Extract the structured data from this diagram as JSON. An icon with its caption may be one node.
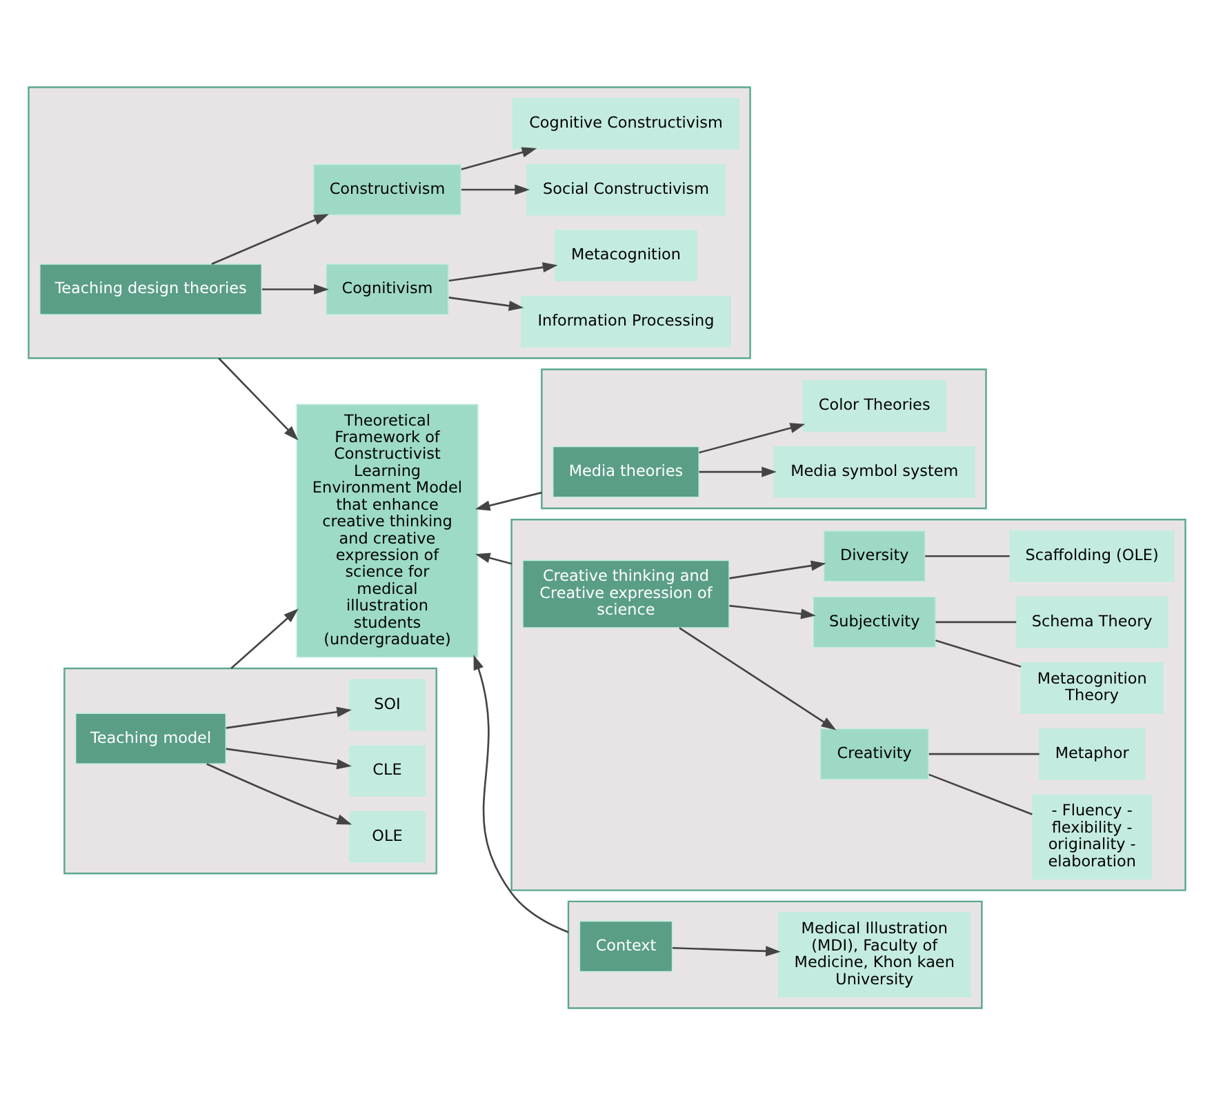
{
  "diagram": {
    "nodes": [
      {
        "text": [],
        "shape": "box"
      },
      {
        "text": [
          "Teaching design theories"
        ],
        "in": 0
      },
      {
        "text": [
          "Cognitivism"
        ],
        "in": 0
      },
      {
        "text": [
          "Information Processing"
        ],
        "in": 0
      },
      {
        "text": [
          "Metacognition"
        ],
        "in": 0
      },
      {
        "text": [
          "Constructivism"
        ],
        "in": 0
      },
      {
        "text": [
          "Social Constructivism"
        ],
        "in": 0
      },
      {
        "text": [
          "Cognitive Constructivism"
        ],
        "in": 0
      },
      {
        "text": [],
        "shape": "box"
      },
      {
        "text": [
          "Media theories"
        ],
        "in": 8
      },
      {
        "text": [
          "Media symbol system"
        ],
        "in": 8
      },
      {
        "text": [
          "Color Theories"
        ],
        "in": 8
      },
      {
        "text": [],
        "shape": "box"
      },
      {
        "text": [
          "Creative thinking and Creative expression of science"
        ],
        "in": 12
      },
      {
        "text": [
          "Creativity"
        ],
        "in": 12
      },
      {
        "text": [
          "- Fluency - flexibility - originality - elaboration"
        ],
        "in": 12
      },
      {
        "text": [
          "Metaphor"
        ],
        "in": 12
      },
      {
        "text": [
          "Subjectivity"
        ],
        "in": 12
      },
      {
        "text": [
          "Metacognition Theory"
        ],
        "in": 12
      },
      {
        "text": [
          "Schema Theory"
        ],
        "in": 12
      },
      {
        "text": [
          "Diversity"
        ],
        "in": 12
      },
      {
        "text": [
          "Scaffolding (OLE)"
        ],
        "in": 12
      },
      {
        "text": [],
        "shape": "box"
      },
      {
        "text": [
          "Teaching model"
        ],
        "in": 22
      },
      {
        "text": [
          "OLE"
        ],
        "in": 22
      },
      {
        "text": [
          "CLE"
        ],
        "in": 22
      },
      {
        "text": [
          "SOI"
        ],
        "in": 22
      },
      {
        "text": [],
        "shape": "box"
      },
      {
        "text": [
          "Context"
        ],
        "in": 27
      },
      {
        "text": [
          "Medical Illustration (MDI), Faculty of Medicine, Khon kaen University"
        ],
        "in": 27
      },
      {
        "text": [
          "Theoretical Framework of Constructivist Learning Environment Model that enhance creative thinking and creative expression of science for medical illustration students (undergraduate)"
        ]
      }
    ],
    "edges": [
      {
        "from": 1,
        "to": 2,
        "arrow": "to"
      },
      {
        "from": 2,
        "to": 3,
        "arrow": "to"
      },
      {
        "from": 2,
        "to": 4,
        "arrow": "to"
      },
      {
        "from": 1,
        "to": 5,
        "arrow": "to"
      },
      {
        "from": 5,
        "to": 6,
        "arrow": "to"
      },
      {
        "from": 5,
        "to": 7,
        "arrow": "to"
      },
      {
        "from": 9,
        "to": 10,
        "arrow": "to"
      },
      {
        "from": 9,
        "to": 11,
        "arrow": "to"
      },
      {
        "from": 13,
        "to": 14,
        "arrow": "to"
      },
      {
        "from": 13,
        "to": 17,
        "arrow": "to"
      },
      {
        "from": 13,
        "to": 20,
        "arrow": "to"
      },
      {
        "from": 14,
        "to": 15,
        "arrow": "none"
      },
      {
        "from": 14,
        "to": 16,
        "arrow": "none"
      },
      {
        "from": 17,
        "to": 18,
        "arrow": "none"
      },
      {
        "from": 17,
        "to": 19,
        "arrow": "none"
      },
      {
        "from": 20,
        "to": 21,
        "arrow": "none"
      },
      {
        "from": 23,
        "to": 24,
        "arrow": "to"
      },
      {
        "from": 23,
        "to": 25,
        "arrow": "to"
      },
      {
        "from": 23,
        "to": 26,
        "arrow": "to"
      },
      {
        "from": 28,
        "to": 29,
        "arrow": "to"
      },
      {
        "from": 0,
        "to": 30,
        "arrow": "to"
      },
      {
        "from": 8,
        "to": 30,
        "arrow": "to"
      },
      {
        "from": 12,
        "to": 30,
        "arrow": "to"
      },
      {
        "from": 22,
        "to": 30,
        "arrow": "to"
      },
      {
        "from": 27,
        "to": 30,
        "arrow": "to"
      }
    ]
  }
}
